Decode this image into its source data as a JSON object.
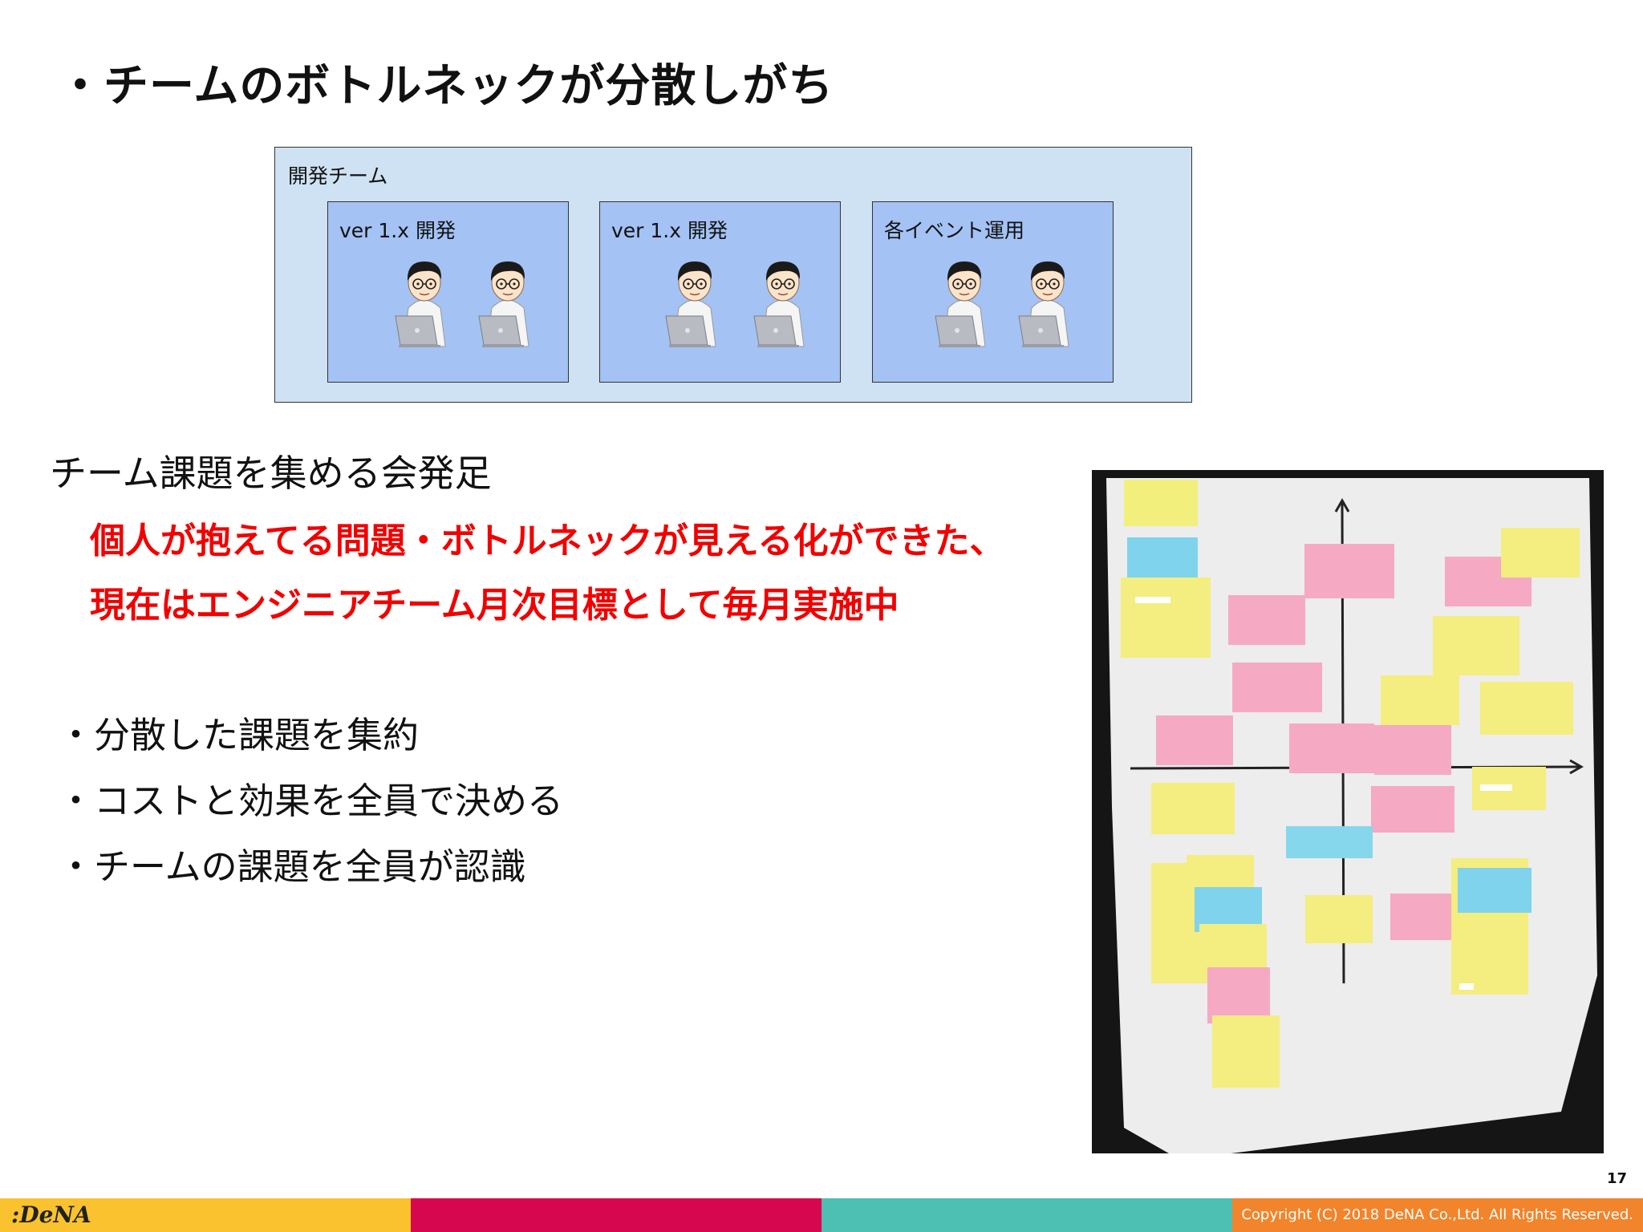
{
  "title": "・チームのボトルネックが分散しがち",
  "diagram": {
    "team_label": "開発チーム",
    "groups": [
      {
        "label": "ver 1.x 開発"
      },
      {
        "label": "ver 1.x 開発"
      },
      {
        "label": "各イベント運用"
      }
    ]
  },
  "intro": "チーム課題を集める会発足",
  "highlight": {
    "line1": "個人が抱えてる問題・ボトルネックが見える化ができた、",
    "line2": "現在はエンジニアチーム月次目標として毎月実施中"
  },
  "bullets": [
    "・分散した課題を集約",
    "・コストと効果を全員で決める",
    "・チームの課題を全員が認識"
  ],
  "page_number": "17",
  "footer": {
    "logo": ":DeNA",
    "copyright": "Copyright (C) 2018 DeNA Co.,Ltd. All Rights Reserved.",
    "colors": [
      "#f9c22e",
      "#d6064f",
      "#4dbfb3",
      "#f2842b"
    ]
  }
}
